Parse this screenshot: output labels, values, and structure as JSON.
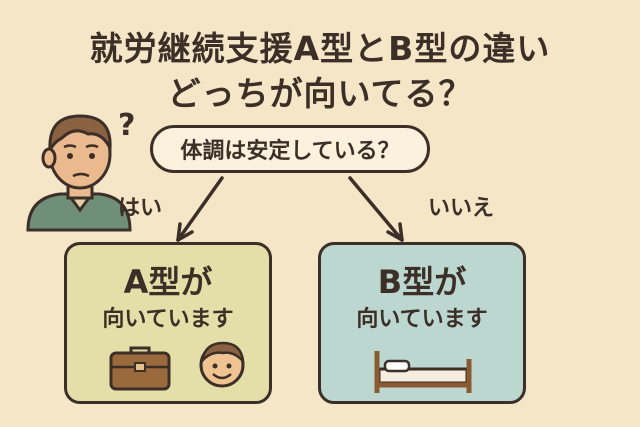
{
  "title": {
    "line1": "就労継続支援A型とB型の違い",
    "line2": "どっちが向いてる？"
  },
  "question": "体調は安定している？",
  "person_mark": "?",
  "branches": {
    "yes": "はい",
    "no": "いいえ"
  },
  "type_a": {
    "title": "A型が",
    "subtitle": "向いています",
    "icons": [
      "briefcase-icon",
      "smiling-face-icon"
    ]
  },
  "type_b": {
    "title": "B型が",
    "subtitle": "向いています",
    "icons": [
      "bed-icon"
    ]
  },
  "colors": {
    "background": "#f6e6c8",
    "type_a_box": "#e4dfa8",
    "type_b_box": "#bcd6d0",
    "outline": "#3b2f27"
  }
}
